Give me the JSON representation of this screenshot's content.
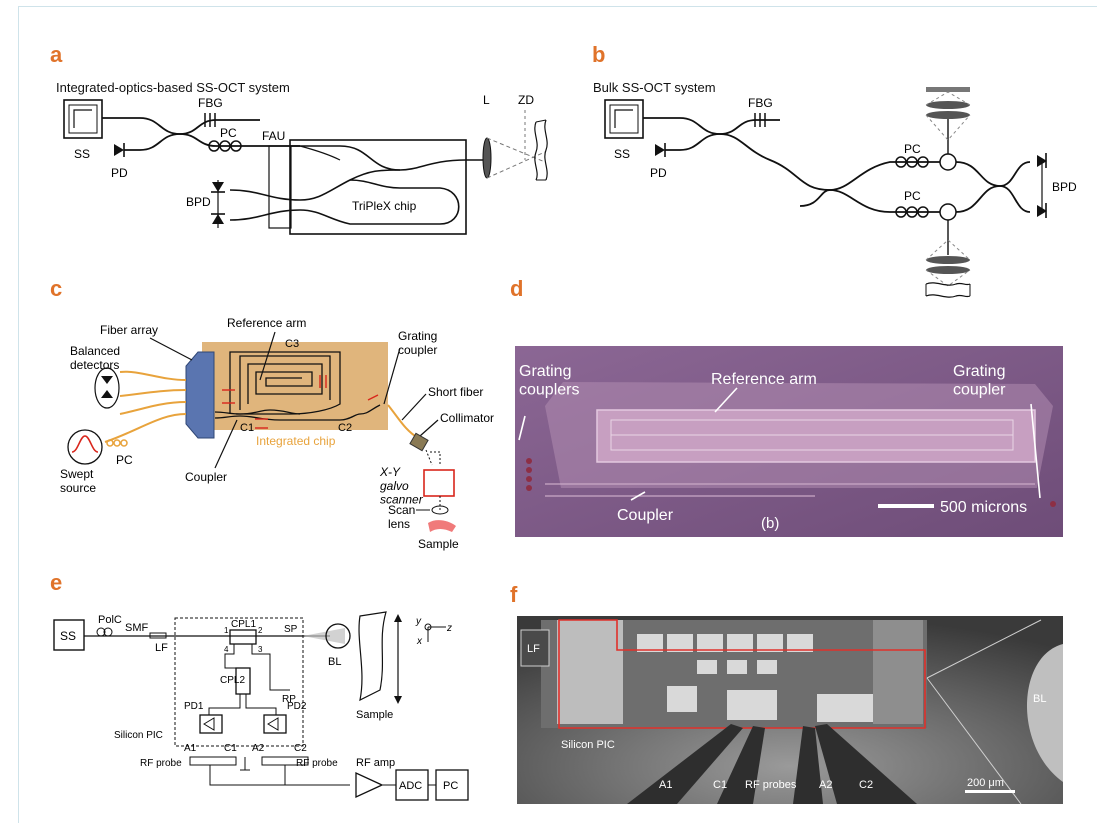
{
  "panels": {
    "a": {
      "label": "a",
      "title": "Integrated-optics-based SS-OCT system",
      "labels": {
        "ss": "SS",
        "fbg": "FBG",
        "pc": "PC",
        "pd": "PD",
        "fau": "FAU",
        "bpd": "BPD",
        "chip": "TriPleX   chip",
        "lens": "L",
        "zd": "ZD"
      }
    },
    "b": {
      "label": "b",
      "title": "Bulk SS-OCT system",
      "labels": {
        "ss": "SS",
        "fbg": "FBG",
        "pd": "PD",
        "pc1": "PC",
        "pc2": "PC",
        "bpd": "BPD"
      }
    },
    "c": {
      "label": "c",
      "labels": {
        "reference_arm": "Reference arm",
        "fiber_array": "Fiber array",
        "balanced_detectors": "Balanced\ndetectors",
        "grating_coupler": "Grating\ncoupler",
        "short_fiber": "Short fiber",
        "collimator": "Collimator",
        "c1": "C1",
        "c2": "C2",
        "c3": "C3",
        "integrated_chip": "Integrated chip",
        "swept_source": "Swept\nsource",
        "pc": "PC",
        "coupler": "Coupler",
        "xy_galvo": "X-Y\ngalvo\nscanner",
        "scan_lens": "Scan\nlens",
        "sample": "Sample"
      }
    },
    "d": {
      "label": "d",
      "labels": {
        "grating_couplers": "Grating\ncouplers",
        "reference_arm": "Reference arm",
        "grating_coupler": "Grating\ncoupler",
        "coupler": "Coupler",
        "scale": "500 microns",
        "sub": "(b)"
      }
    },
    "e": {
      "label": "e",
      "labels": {
        "ss": "SS",
        "polc": "PolC",
        "smf": "SMF",
        "lf": "LF",
        "cpl1": "CPL1",
        "cpl2": "CPL2",
        "sp": "SP",
        "rp": "RP",
        "bl": "BL",
        "sample": "Sample",
        "pd1": "PD1",
        "pd2": "PD2",
        "silicon_pic": "Silicon PIC",
        "a1": "A1",
        "c1": "C1",
        "a2": "A2",
        "c2": "C2",
        "rf_probe_left": "RF probe",
        "rf_probe_right": "RF probe",
        "rf_amp": "RF amp",
        "adc": "ADC",
        "pc": "PC",
        "y": "y",
        "z": "z",
        "x": "x",
        "p1": "1",
        "p2": "2",
        "p3": "3",
        "p4": "4"
      }
    },
    "f": {
      "label": "f",
      "labels": {
        "lf": "LF",
        "bl": "BL",
        "silicon_pic": "Silicon PIC",
        "a1": "A1",
        "c1": "C1",
        "rf_probes": "RF probes",
        "a2": "A2",
        "c2": "C2",
        "scale": "200 μm"
      }
    }
  },
  "colors": {
    "panel_label": "#e0732a",
    "chip_fill": "#e0b57c",
    "photo_d": "#7d5a86",
    "outline_f": "#e0302a",
    "fiber_orange": "#e8a33c",
    "fiber_array": "#5a75b0"
  }
}
